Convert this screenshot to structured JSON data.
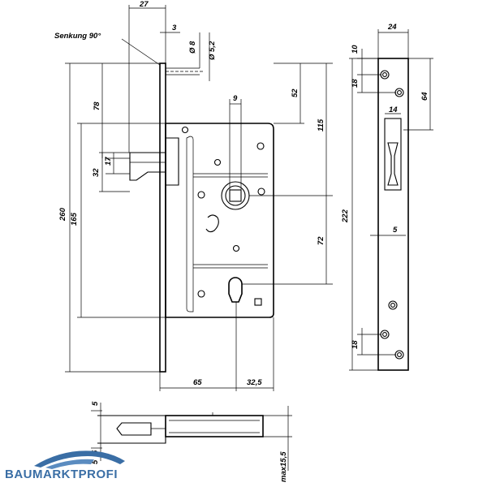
{
  "drawing": {
    "note_countersink": "Senkung 90°",
    "dims_top": {
      "d27": "27",
      "d3": "3",
      "d8": "Ø 8",
      "d52b": "Ø 5,2"
    },
    "dims_left": {
      "d260": "260",
      "d165": "165",
      "d78": "78",
      "d32": "32",
      "d17": "17"
    },
    "dims_center": {
      "d9": "9",
      "d52": "52",
      "d115": "115",
      "d72": "72"
    },
    "dims_bottom": {
      "d65": "65",
      "d325": "32,5"
    },
    "dims_faceplate": {
      "d24": "24",
      "d10": "10",
      "d18a": "18",
      "d64": "64",
      "d14": "14",
      "d222": "222",
      "d5": "5",
      "d18b": "18"
    },
    "dims_section": {
      "d5a": "5",
      "d5b": "5",
      "d5c": "5",
      "dmax": "max15,5"
    }
  },
  "logo": {
    "text": "BAUMARKTPROFI",
    "color": "#3a6ea5"
  }
}
